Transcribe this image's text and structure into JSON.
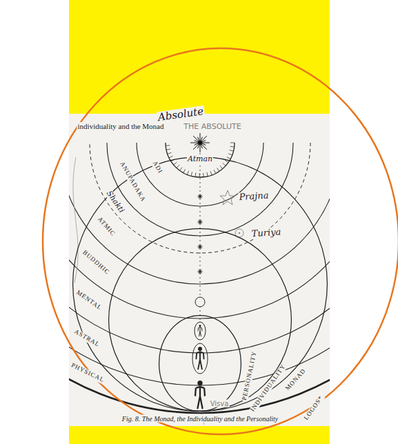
{
  "diagram": {
    "caption": "Fig. 8. The Monad, the Individuality and the Personality",
    "nodes": [
      {
        "text": [
          "MONAD"
        ]
      },
      {
        "text": [
          "INDIVIDUALITY"
        ],
        "in": 0
      },
      {
        "text": [
          "PERSONALITY"
        ],
        "in": 1
      }
    ],
    "labels": [
      "individuality and the Monad",
      "Absolute",
      "THE ABSOLUTE",
      "Atman",
      "ADI",
      "ANUPADAKA",
      "Shakti",
      "ATMIC",
      "Prajna",
      "BUDDHIC",
      "Turiya",
      "MENTAL",
      "ASTRAL",
      "Visva",
      "PHYSICAL",
      "LOGOS*"
    ]
  }
}
